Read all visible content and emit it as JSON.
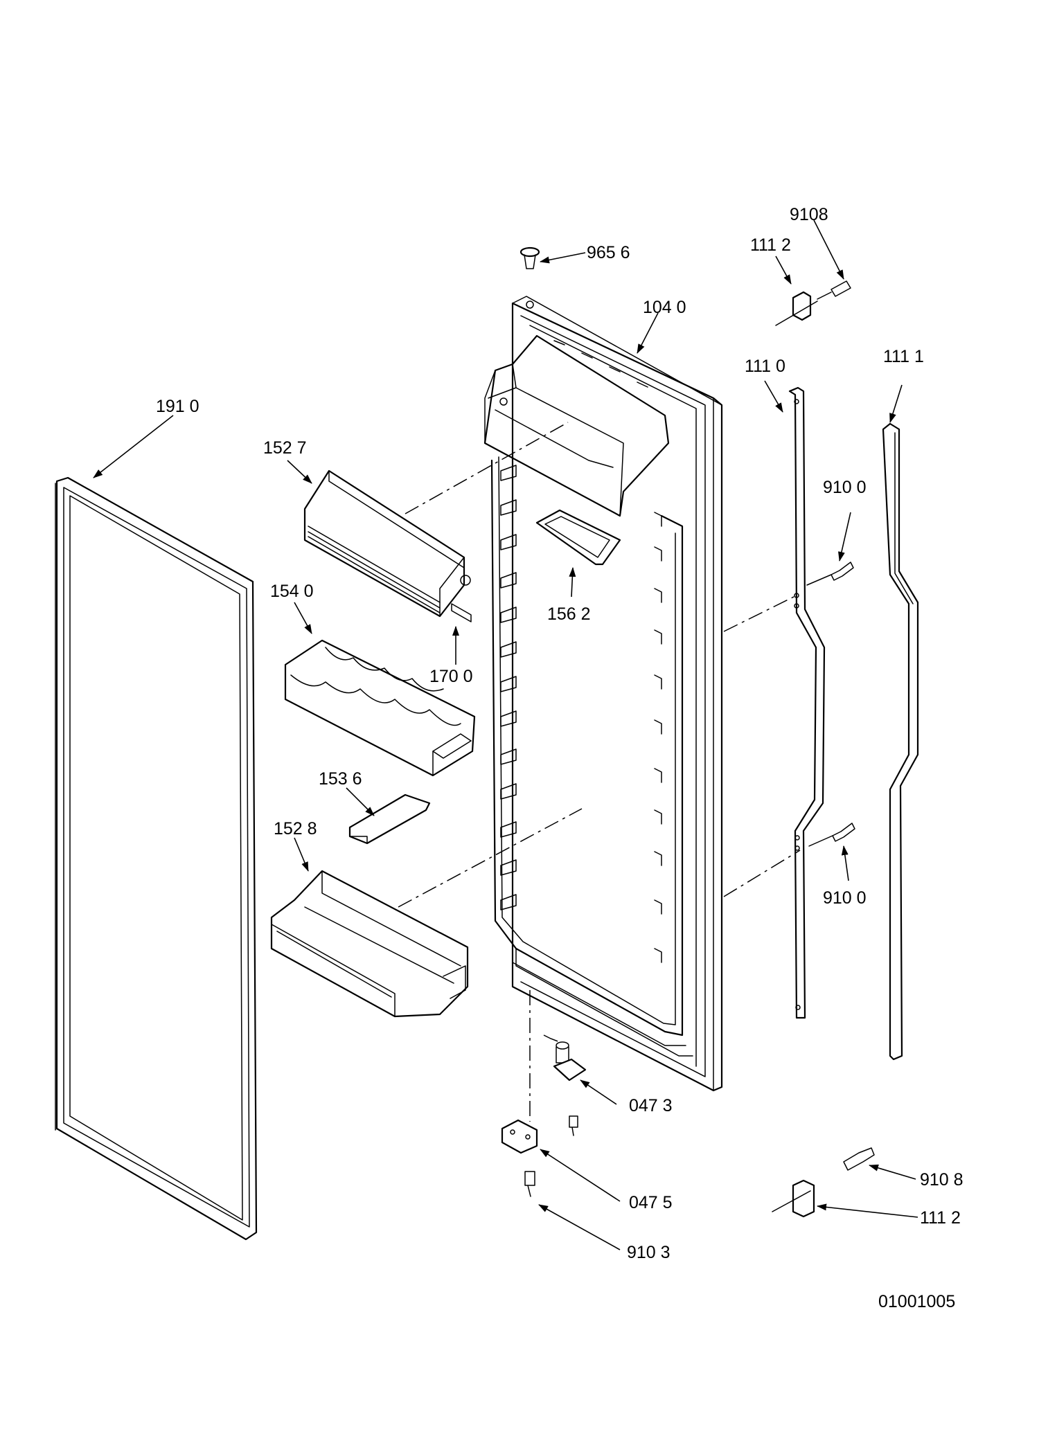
{
  "diagram_id": "01001005",
  "callouts": {
    "c9656": "965 6",
    "c1040": "104 0",
    "c9108": "9108",
    "c1112_top": "111 2",
    "c1110": "111 0",
    "c1111": "111 1",
    "c1910": "191 0",
    "c1527": "152 7",
    "c1540": "154 0",
    "c1562": "156 2",
    "c1700": "170 0",
    "c9100_top": "910 0",
    "c1536": "153 6",
    "c1528": "152 8",
    "c9100_bottom": "910 0",
    "c0473": "047 3",
    "c0475": "047 5",
    "c9103": "910 3",
    "c9108_bottom": "910 8",
    "c1112_bottom": "111 2"
  }
}
